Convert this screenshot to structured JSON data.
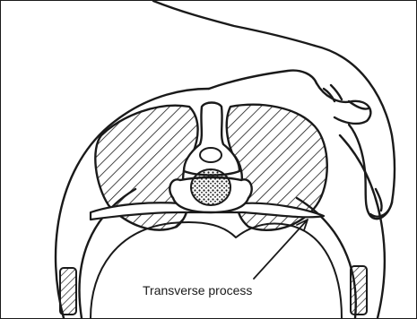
{
  "figure": {
    "label_text": "Transverse process"
  },
  "colors": {
    "line": "#1a1a1a",
    "background": "#ffffff"
  },
  "icons": [
    "hand-illustration",
    "vertebra-illustration",
    "rib-cage-outline"
  ]
}
